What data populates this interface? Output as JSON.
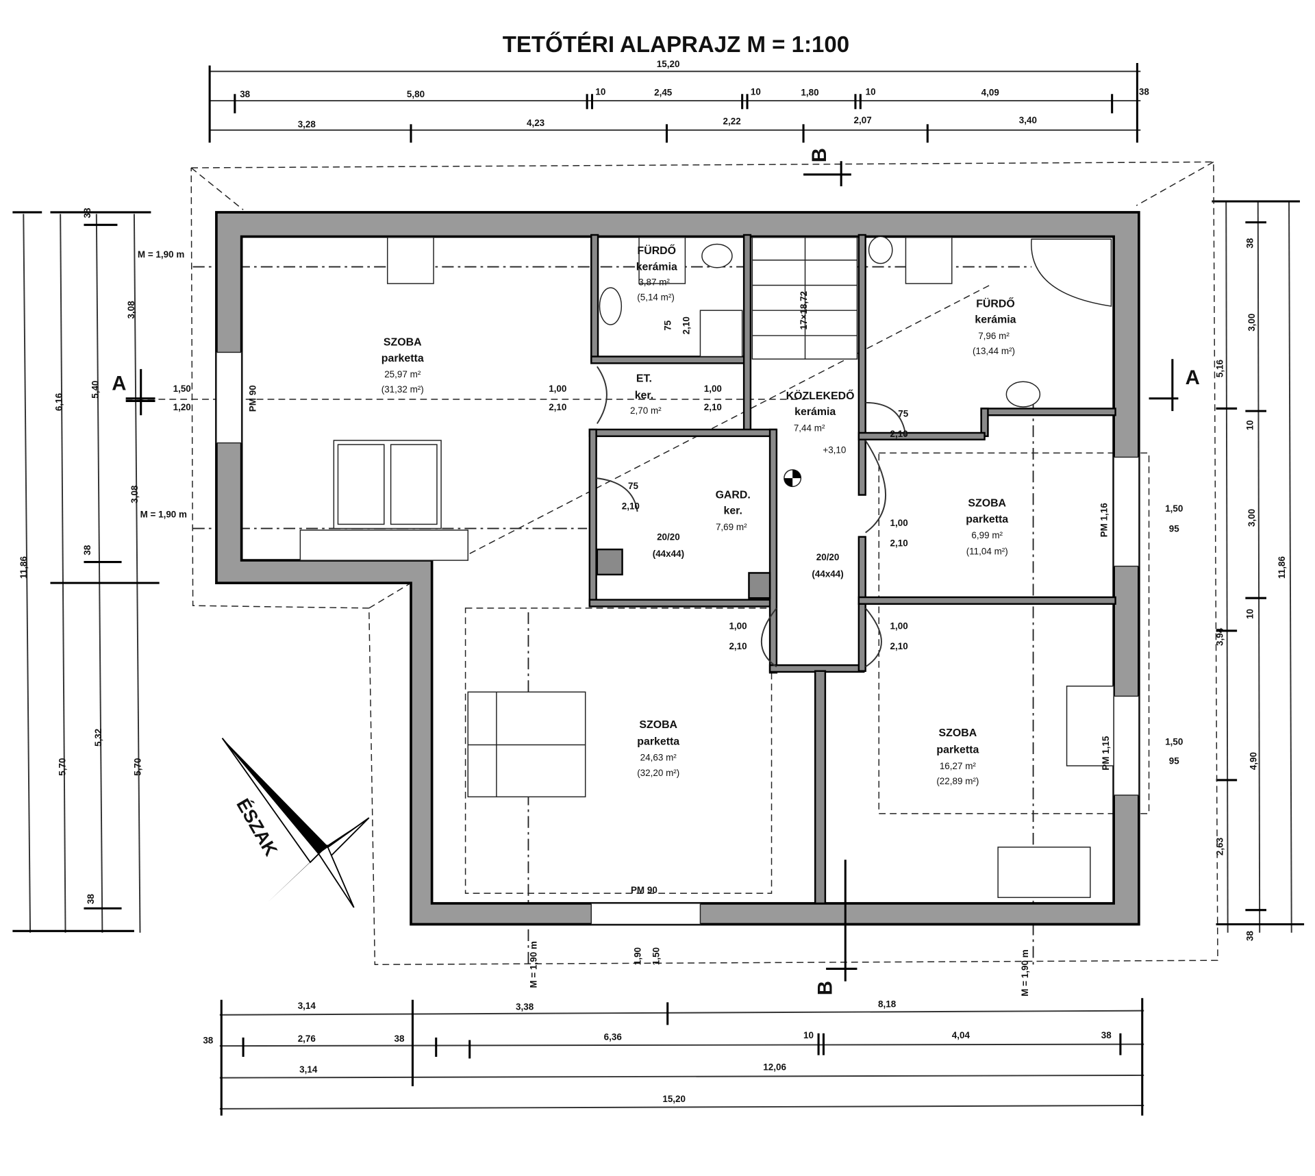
{
  "title": "TETŐTÉRI ALAPRAJZ M = 1:100",
  "dimensions": {
    "top": {
      "row1": [
        "15,20"
      ],
      "row2": [
        "38",
        "5,80",
        "10",
        "2,45",
        "10",
        "1,80",
        "10",
        "4,09",
        "38"
      ],
      "row3": [
        "3,28",
        "4,23",
        "2,22",
        "2,07",
        "3,40"
      ]
    },
    "bottom": {
      "row1": [
        "3,14",
        "3,38",
        "8,18"
      ],
      "row2": [
        "38",
        "2,76",
        "38",
        "6,36",
        "10",
        "4,04",
        "38"
      ],
      "row3": [
        "3,14",
        "12,06"
      ],
      "row4": [
        "15,20"
      ]
    },
    "left": {
      "col1": [
        "11,86"
      ],
      "col2": [
        "6,16",
        "5,70"
      ],
      "col3": [
        "38",
        "5,40",
        "38",
        "5,32",
        "38"
      ],
      "col4": [
        "3,08",
        "3,08",
        "5,70"
      ]
    },
    "right": {
      "col1": [
        "5,16",
        "3,94",
        "2,63"
      ],
      "col2": [
        "38",
        "3,00",
        "10",
        "3,00",
        "10",
        "4,90",
        "38"
      ],
      "col3": [
        "11,86"
      ]
    }
  },
  "rooms": [
    {
      "name": "SZOBA",
      "floor": "parketta",
      "area": "25,97 m²",
      "gross": "(31,32 m²)"
    },
    {
      "name": "FÜRDŐ",
      "floor": "kerámia",
      "area": "3,87 m²",
      "gross": "(5,14 m²)"
    },
    {
      "name": "ET.",
      "floor": "ker.",
      "area": "2,70 m²"
    },
    {
      "name": "KÖZLEKEDŐ",
      "floor": "kerámia",
      "area": "7,44 m²",
      "level": "+3,10"
    },
    {
      "name": "FÜRDŐ",
      "floor": "kerámia",
      "area": "7,96 m²",
      "gross": "(13,44 m²)"
    },
    {
      "name": "GARD.",
      "floor": "ker.",
      "area": "7,69 m²"
    },
    {
      "name": "SZOBA",
      "floor": "parketta",
      "area": "6,99 m²",
      "gross": "(11,04 m²)"
    },
    {
      "name": "SZOBA",
      "floor": "parketta",
      "area": "24,63 m²",
      "gross": "(32,20 m²)"
    },
    {
      "name": "SZOBA",
      "floor": "parketta",
      "area": "16,27 m²",
      "gross": "(22,89 m²)"
    }
  ],
  "doors": [
    {
      "w": "1,00",
      "h": "2,10"
    },
    {
      "w": "1,00",
      "h": "2,10"
    },
    {
      "w": "75",
      "h": "2,10"
    },
    {
      "w": "75",
      "h": "2,10"
    },
    {
      "w": "1,00",
      "h": "2,10"
    },
    {
      "w": "1,00",
      "h": "2,10"
    },
    {
      "w": "1,00",
      "h": "2,10"
    },
    {
      "w": "75",
      "h": "2,10"
    }
  ],
  "windows": [
    {
      "w": "1,50",
      "h": "1,20",
      "sill": "PM 90"
    },
    {
      "w": "1,50",
      "h": "95",
      "sill": "PM 1,16"
    },
    {
      "w": "1,50",
      "h": "95",
      "sill": "PM 1,15"
    },
    {
      "sill": "PM 90"
    }
  ],
  "chimneys": [
    {
      "size": "20/20",
      "outer": "(44x44)"
    },
    {
      "size": "20/20",
      "outer": "(44x44)"
    }
  ],
  "headroom": [
    "M = 1,90 m",
    "M = 1,90 m",
    "M = 1,90 m",
    "M = 1,90 m"
  ],
  "heights": [
    "1,90",
    "1,50"
  ],
  "stairs": "17×18,72",
  "sections": {
    "a": "A",
    "b": "B"
  },
  "north": "ÉSZAK"
}
